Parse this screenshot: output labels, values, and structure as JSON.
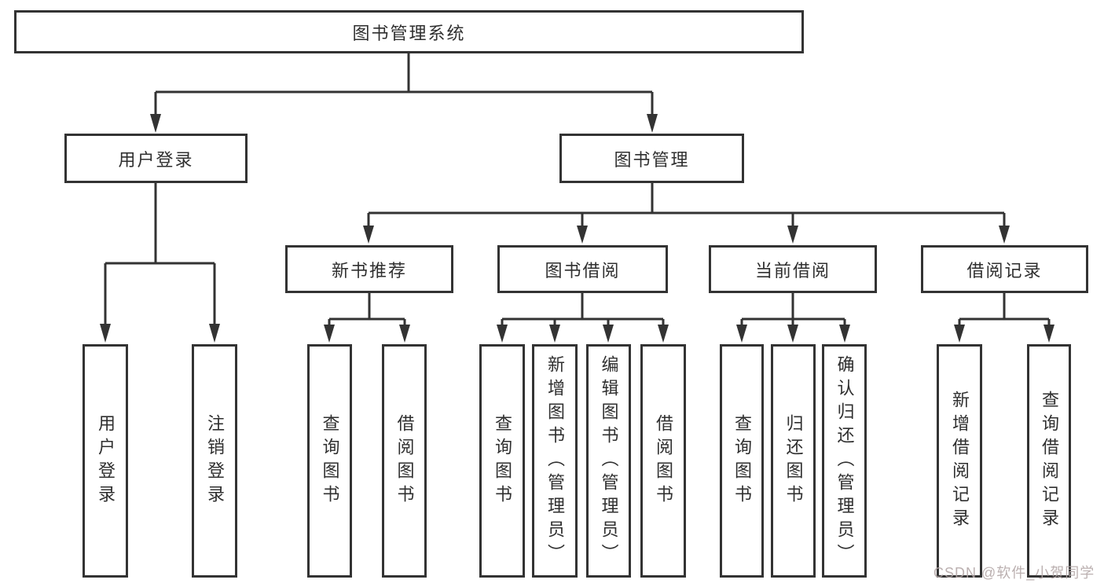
{
  "diagram_title": "图书管理系统",
  "nodes": {
    "root": "图书管理系统",
    "user_login": "用户登录",
    "book_mgmt": "图书管理",
    "login": "用户登录",
    "logout": "注销登录",
    "new_book_rec": "新书推荐",
    "book_borrow": "图书借阅",
    "current_borrow": "当前借阅",
    "borrow_record": "借阅记录",
    "nbr_query_book": "查询图书",
    "nbr_borrow_book": "借阅图书",
    "bb_query_book": "查询图书",
    "bb_add_book": "新增图书（管理员）",
    "bb_edit_book": "编辑图书（管理员）",
    "bb_borrow_book": "借阅图书",
    "cb_query_book": "查询图书",
    "cb_return_book": "归还图书",
    "cb_confirm_return": "确认归还（管理员）",
    "br_add_record": "新增借阅记录",
    "br_query_record": "查询借阅记录"
  },
  "watermark": {
    "text": "CSDN @软件_小贺同学"
  },
  "colors": {
    "line": "#333333",
    "text": "#2f2f2f",
    "background": "#ffffff",
    "watermark": "#b2a5a5"
  }
}
